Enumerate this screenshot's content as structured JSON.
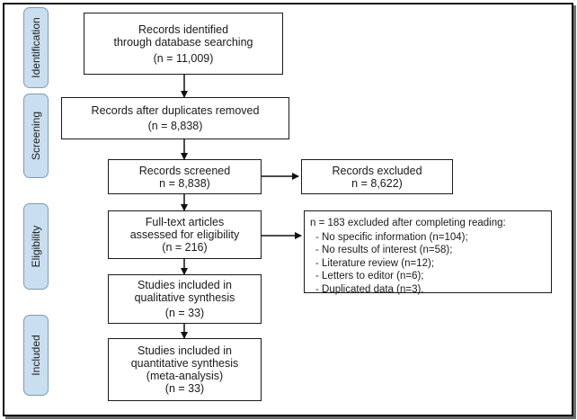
{
  "stages": {
    "identification": "Identification",
    "screening": "Screening",
    "eligibility": "Eligibility",
    "included": "Included"
  },
  "boxes": {
    "identified": {
      "line1": "Records identified",
      "line2": "through database searching",
      "count": "(n = 11,009)"
    },
    "duplicates_removed": {
      "line1": "Records after duplicates removed",
      "count": "(n = 8,838)"
    },
    "screened": {
      "line1": "Records screened",
      "count": "n = 8,838)"
    },
    "excluded": {
      "line1": "Records excluded",
      "count": "n = 8,622)"
    },
    "fulltext": {
      "line1": "Full-text articles",
      "line2": "assessed for eligibility",
      "count": "(n = 216)"
    },
    "qualitative": {
      "line1": "Studies included in",
      "line2": "qualitative synthesis",
      "count": "(n =  33)"
    },
    "quantitative": {
      "line1": "Studies included in",
      "line2": "quantitative synthesis",
      "line3": "(meta-analysis)",
      "count": "(n =  33)"
    }
  },
  "exclusions": {
    "header": "n = 183 excluded after completing reading:",
    "items": [
      "No specific information (n=104);",
      "No results of interest (n=58);",
      "Literature review (n=12);",
      "Letters to editor (n=6);",
      "Duplicated data (n=3)."
    ]
  }
}
